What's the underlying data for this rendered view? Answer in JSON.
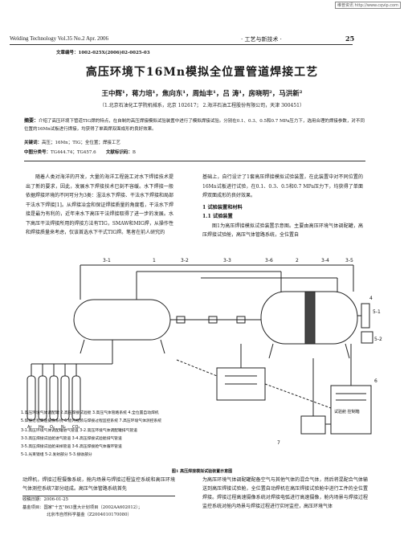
{
  "watermark": "维普资讯 http://www.cqvip.com",
  "header": {
    "left": "Welding Technology   Vol.35   No.2   Apr. 2006",
    "right": "· 工艺与新技术 ·",
    "page": "25"
  },
  "article_no": "文章编号：1002-025X(2006)02-0025-03",
  "title": "高压环境下16Mn模拟全位置管道焊接工艺",
  "authors": "王中辉¹，蒋力培¹，焦向东¹，周灿丰¹，吕  涛¹，房晓明²，马洪新²",
  "affiliation": "（1.北京石油化工学院机械系，北京 102617；  2.海洋石油工程股份有限公司，天津 300451）",
  "abstract": {
    "label": "摘要：",
    "text": "介绍了高压环境下管道TIG焊的特点，在自制的高压焊接模拟试验装置中进行了模拟焊接试验。分别在0.1、0.3、0.5和0.7 MPa压力下，选用合理的焊接参数，对不同位置的16Mn试板进行焊接，均获得了单面焊双面成形的良好效果。"
  },
  "keywords": {
    "label": "关键词：",
    "text": "高压；16Mn；TIG；全位置；焊接工艺"
  },
  "classification": {
    "label1": "中图分类号：",
    "text1": "TG444.74；TG457.6",
    "label2": "文献标识码：",
    "text2": "B"
  },
  "col1": {
    "p1": "随着人类对海洋的开发，大量的海洋工程施工对水下焊接技术提出了新的要求，因此，发展水下焊接技术已刻不容缓。水下焊接一般依据焊接环境的不同可分为3类：湿法水下焊接、干法水下焊接和局部干法水下焊接[1]。从焊接冶金和保证焊接质量的角度看，干法水下焊接是最为有利的，近年来水下高压干法焊接取得了进一步的发展。水下高压干法焊接所用的焊接方法有TIG，SMAW和MIG焊，从操作性和焊接质量来考虑，仅该首选水下干式TIG焊。笔者在前人研究的"
  },
  "col2": {
    "p1": "基础上，自行设计了1套高压焊接模拟试验装置，在此装置中对不同位置的16Mn试板进行试验，在0.1、0.3、0.5和0.7 MPa压力下，均获得了单面焊双面成形的良好效果。",
    "sec1": "1   试验装置和材料",
    "sec11": "1.1   试验装置",
    "p2": "图1为高压焊接模拟试验装置示意图。主要由高压环境气体调配罐，高压焊接试验舱，高压气体管路系统，全位置自"
  },
  "figure": {
    "callouts": [
      "3-1",
      "1",
      "3-2",
      "3-3",
      "3-6",
      "2",
      "3-4",
      "3-5",
      "4",
      "5-1",
      "5-2",
      "6",
      "7"
    ],
    "gas_labels": [
      "Ar",
      "He",
      "O₂",
      "N₂",
      "CO₂"
    ],
    "box_label": "试验舱\n控制箱",
    "legend": [
      "1.高压环境气体调配罐  2.高压焊接试验舱  3.高压气体管路系统  4.全位置自动焊机",
      "5.焊接过程高速摄像系统  6.舱内视频与焊接过程监控系统  7.高压环境气体测控系统",
      "3-1.高压环境气体调配罐进气管道        3-2.高压环境气体调配罐排气管道",
      "3-3.高压焊接试验舱进气管道            3-4.高压焊接试验舱排气管道",
      "3-5.高压焊接试验舱采样管道            3-6.高压焊接舱气体循环管道",
      "5-1.光束镜组        5-2.发射部分        5-3.接收部分"
    ],
    "caption": "图1  高压焊接模拟试验装置示意图"
  },
  "bottom": {
    "left": "动焊机，焊接过程摄像系统，舱内场景与焊接过程监控系统和高压环境气体测控系统7部分组成。高压气体管路系统首先",
    "right": "为高压环境气体调配罐配备空气与其他气体的混合气体，然后将混配合气体输送到高压焊接试验舱，全位置自动焊机在高压焊接试验舱中进行工件的全位置焊接。焊接过程高速摄像系统对焊接电弧进行高速摄像，舱内场景与焊接过程监控系统对舱内场景与焊接过程进行实时监控，高压环境气体"
  },
  "footnote": {
    "received": "收稿日期：2006-01-25",
    "fund": "基金项目：国家\"十五\"863重大计划项目（2002AA602012）；",
    "fund2": "北京市自然科学基金（Z2004010170080）"
  }
}
